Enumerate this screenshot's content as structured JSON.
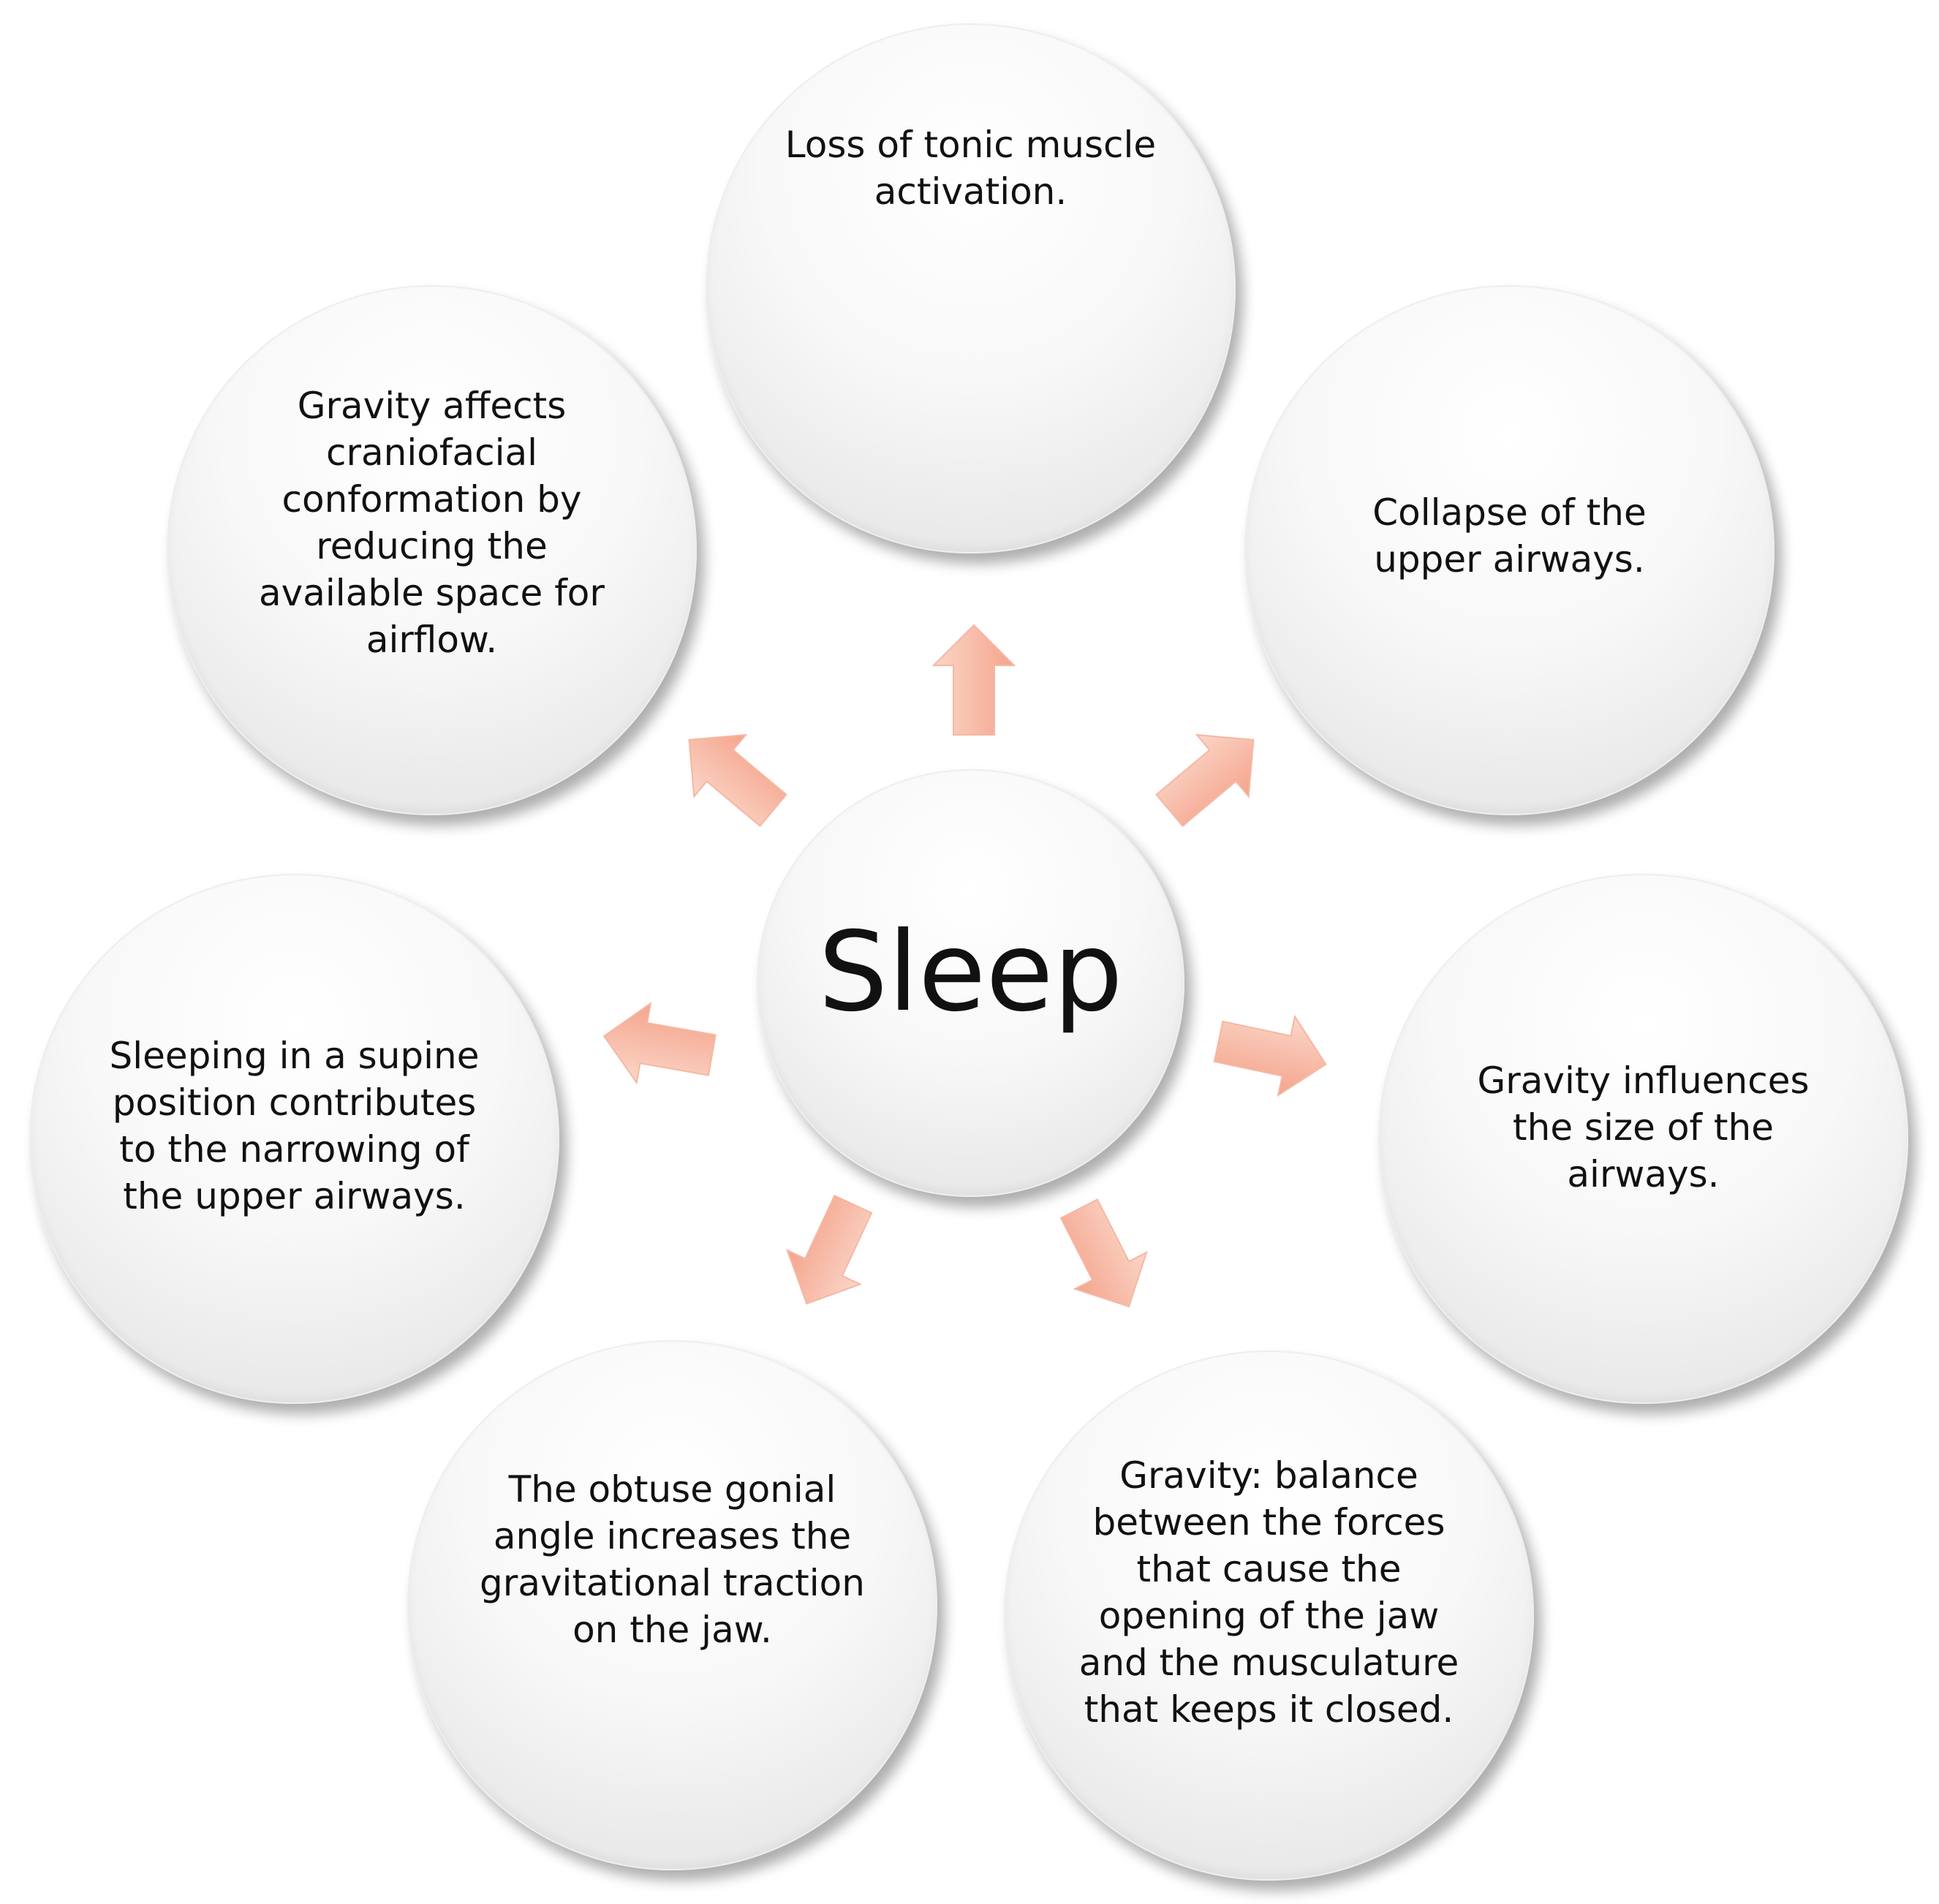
{
  "diagram": {
    "center": {
      "label": "Sleep"
    },
    "nodes": [
      {
        "id": "top",
        "label": "Loss of tonic muscle\nactivation."
      },
      {
        "id": "upper-right",
        "label": "Collapse of the\nupper airways."
      },
      {
        "id": "right",
        "label": "Gravity influences\nthe size of the\nairways."
      },
      {
        "id": "lower-right",
        "label": "Gravity: balance\nbetween the forces\nthat cause the\nopening of the jaw\nand the musculature\nthat keeps it closed."
      },
      {
        "id": "lower-left",
        "label": "The obtuse gonial\nangle increases the\ngravitational traction\non the jaw."
      },
      {
        "id": "left",
        "label": "Sleeping in a supine\nposition contributes\nto the narrowing of\nthe upper airways."
      },
      {
        "id": "upper-left",
        "label": "Gravity affects\ncraniofacial\nconformation by\nreducing the\navailable space for\nairflow."
      }
    ],
    "colors": {
      "arrow_fill_light": "#fbd6c8",
      "arrow_fill_dark": "#f4a48c",
      "node_fill": "#f4f4f4",
      "text": "#111111"
    }
  }
}
